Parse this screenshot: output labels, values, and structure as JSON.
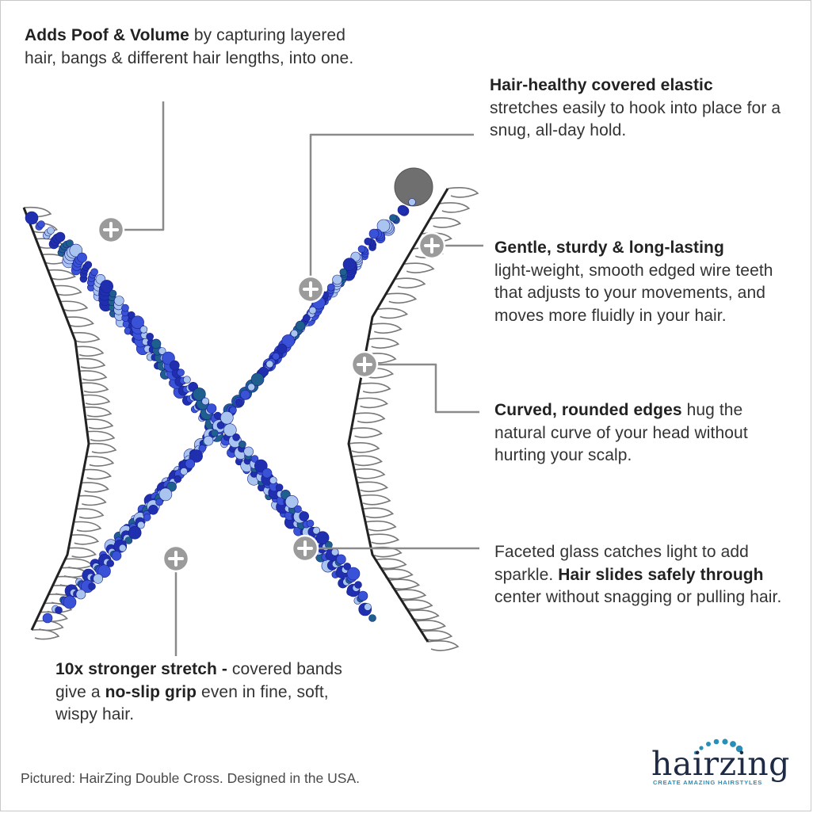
{
  "callouts": {
    "volume": {
      "bold": "Adds Poof & Volume",
      "rest": " by capturing layered hair, bangs & different hair lengths, into one."
    },
    "elastic": {
      "bold": "Hair-healthy covered elastic",
      "rest": "stretches easily to hook into place for a snug, all-day hold."
    },
    "gentle": {
      "bold": "Gentle, sturdy & long-lasting",
      "rest": "light-weight, smooth edged wire teeth that adjusts to your movements, and moves more fluidly in your hair."
    },
    "curved": {
      "bold": "Curved, rounded edges",
      "rest": " hug the natural curve of your head without hurting your scalp."
    },
    "faceted": {
      "pre": "Faceted glass catches light to add sparkle. ",
      "bold": "Hair slides safely through",
      "rest": " center without snagging or pulling hair."
    },
    "stretch": {
      "bold1": "10x stronger stretch - ",
      "mid": "covered bands give a ",
      "bold2": "no-slip grip",
      "rest": " even in fine, soft, wispy hair."
    }
  },
  "caption": "Pictured: HairZing Double Cross. Designed in the USA.",
  "brand": {
    "name": "hairzing",
    "tagline": "CREATE AMAZING HAIRSTYLES"
  },
  "colors": {
    "bead_dark": "#1f2fb0",
    "bead_mid": "#3a52d8",
    "bead_light": "#a9c4ee",
    "bead_teal": "#1e5f8e",
    "wire": "#777777",
    "line": "#8a8a8a",
    "marker": "#9b9b9b",
    "brand_navy": "#1f2a44",
    "brand_teal": "#2a8fb8"
  }
}
